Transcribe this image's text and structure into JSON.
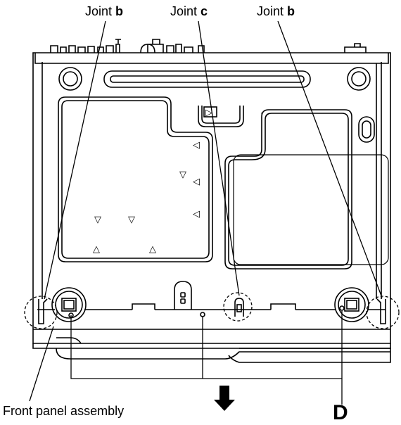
{
  "labels": {
    "joint_b_left": {
      "prefix": "Joint",
      "letter": "b"
    },
    "joint_c": {
      "prefix": "Joint",
      "letter": "c"
    },
    "joint_b_right": {
      "prefix": "Joint",
      "letter": "b"
    },
    "front_panel": "Front panel assembly",
    "part_d": "D"
  },
  "markers": {
    "small_triangles": [
      "◁",
      "▽",
      "◁",
      "◁",
      "▽",
      "▽",
      "△",
      "△",
      "▷"
    ]
  }
}
